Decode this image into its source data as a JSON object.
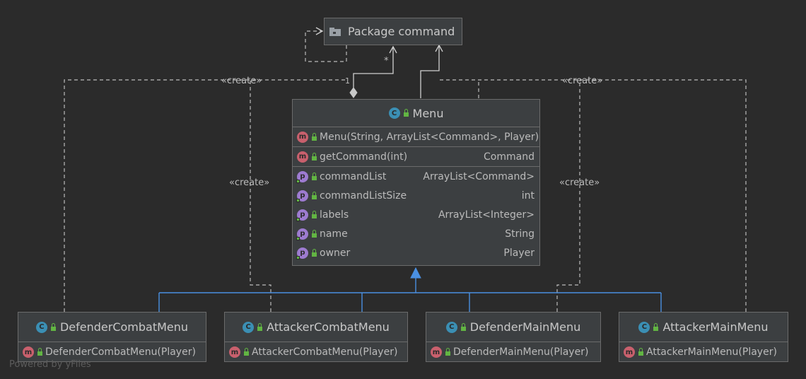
{
  "package": {
    "title": "Package command",
    "icon": "folder-icon"
  },
  "menu": {
    "title": "Menu",
    "constructor": "Menu(String, ArrayList<Command>, Player)",
    "methods": [
      {
        "name": "getCommand(int)",
        "type": "Command"
      }
    ],
    "fields": [
      {
        "name": "commandList",
        "type": "ArrayList<Command>"
      },
      {
        "name": "commandListSize",
        "type": "int"
      },
      {
        "name": "labels",
        "type": "ArrayList<Integer>"
      },
      {
        "name": "name",
        "type": "String"
      },
      {
        "name": "owner",
        "type": "Player"
      }
    ]
  },
  "subclasses": [
    {
      "title": "DefenderCombatMenu",
      "constructor": "DefenderCombatMenu(Player)"
    },
    {
      "title": "AttackerCombatMenu",
      "constructor": "AttackerCombatMenu(Player)"
    },
    {
      "title": "DefenderMainMenu",
      "constructor": "DefenderMainMenu(Player)"
    },
    {
      "title": "AttackerMainMenu",
      "constructor": "AttackerMainMenu(Player)"
    }
  ],
  "labels": {
    "create": "«create»",
    "multiplicity_many": "*",
    "multiplicity_one": "1"
  },
  "icons": {
    "class": "C",
    "method": "m",
    "property": "p"
  },
  "colors": {
    "background": "#2b2b2b",
    "node": "#3c3f41",
    "inheritance": "#4a90e2",
    "dependency": "#bbbbbb",
    "class_icon": "#3b8fb4",
    "method_icon": "#c9606d",
    "property_icon": "#9d7bd0",
    "public_marker": "#62b543"
  },
  "watermark": "Powered by yFiles"
}
